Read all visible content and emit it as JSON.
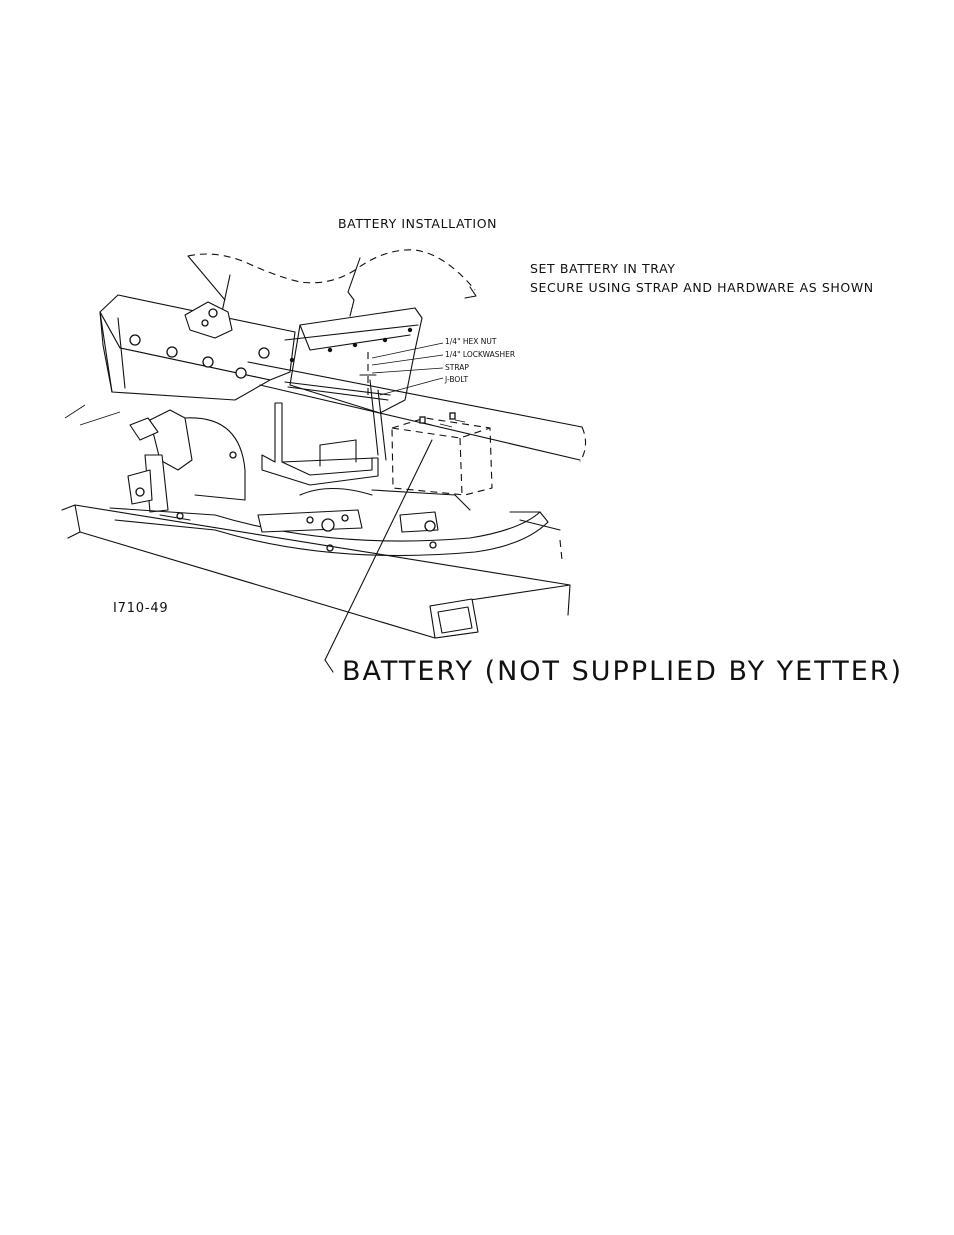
{
  "diagram": {
    "title": "BATTERY INSTALLATION",
    "instructions": {
      "line1": "SET BATTERY IN TRAY",
      "line2": "SECURE USING STRAP AND HARDWARE AS SHOWN"
    },
    "callouts": {
      "hex_nut": "1/4\" HEX NUT",
      "lockwasher": "1/4\" LOCKWASHER",
      "strap": "STRAP",
      "j_bolt": "J-BOLT"
    },
    "figure_number": "I710-49",
    "battery_note": "BATTERY (NOT SUPPLIED BY YETTER)"
  }
}
